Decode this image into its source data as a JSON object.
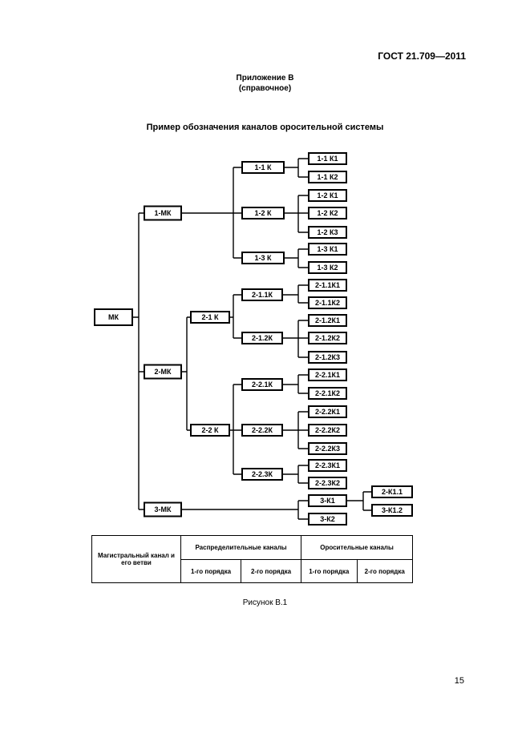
{
  "header": {
    "standard": "ГОСТ 21.709—2011",
    "appendix_title": "Приложение В",
    "appendix_note": "(справочное)",
    "figure_title": "Пример обозначения каналов оросительной системы"
  },
  "diagram": {
    "root": "МК",
    "main_canals": [
      "1-МК",
      "2-МК",
      "3-МК"
    ],
    "distribution_1st": [
      "1-1 К",
      "1-2 К",
      "1-3 К",
      "2-1 К",
      "2-2 К",
      "3-К1"
    ],
    "distribution_2nd": [
      "2-1.1К",
      "2-1.2К",
      "2-2.1К",
      "2-2.2К",
      "2-2.3К",
      "3-К2"
    ],
    "irrigation_1st": [
      "1-1 К1",
      "1-1 К2",
      "1-2 К1",
      "1-2 К2",
      "1-2 К3",
      "1-3 К1",
      "1-3 К2",
      "2-1.1К1",
      "2-1.1К2",
      "2-1.2К1",
      "2-1.2К2",
      "2-1.2К3",
      "2-2.1К1",
      "2-2.1К2",
      "2-2.2К1",
      "2-2.2К2",
      "2-2.2К3",
      "2-2.3К1",
      "2-2.3К2"
    ],
    "irrigation_2nd": [
      "2-К1.1",
      "3-К1.2"
    ]
  },
  "legend": {
    "main_canal": "Магистральный канал и его ветви",
    "distribution_header": "Распределительные каналы",
    "irrigation_header": "Оросительные каналы",
    "order_1": "1-го порядка",
    "order_2": "2-го порядка"
  },
  "caption": "Рисунок В.1",
  "page_number": "15"
}
